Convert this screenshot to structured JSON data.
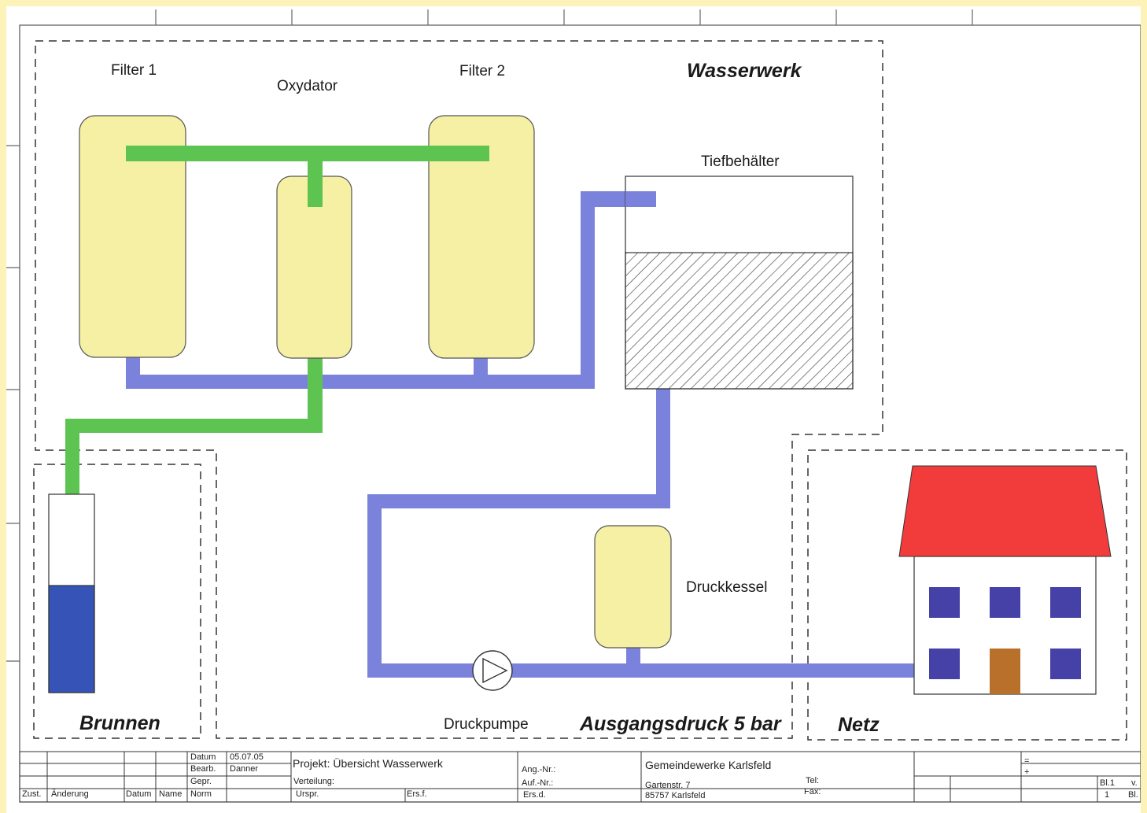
{
  "labels": {
    "filter1": "Filter 1",
    "oxydator": "Oxydator",
    "filter2": "Filter 2",
    "wasserwerk": "Wasserwerk",
    "tiefbehaelter": "Tiefbehälter",
    "druckkessel": "Druckkessel",
    "druckpumpe": "Druckpumpe",
    "ausgangsdruck": "Ausgangsdruck 5 bar",
    "brunnen": "Brunnen",
    "netz": "Netz"
  },
  "title_block": {
    "datum_label": "Datum",
    "datum_value": "05.07.05",
    "bearb_label": "Bearb.",
    "bearb_value": "Danner",
    "gepr_label": "Gepr.",
    "norm_label": "Norm",
    "zust": "Zust.",
    "aenderung": "Änderung",
    "datum_col": "Datum",
    "name_col": "Name",
    "projekt": "Projekt: Übersicht Wasserwerk",
    "verteilung": "Verteilung:",
    "urspr": "Urspr.",
    "ersf": "Ers.f.",
    "ang_nr": "Ang.-Nr.:",
    "auf_nr": "Auf.-Nr.:",
    "ers_d": "Ers.d.",
    "company": "Gemeindewerke Karlsfeld",
    "street": "Gartenstr. 7",
    "city": "85757 Karlsfeld",
    "tel": "Tel:",
    "fax": "Fax:",
    "eq": "=",
    "plus": "+",
    "bl1": "Bl.1",
    "v": "v.",
    "one": "1",
    "bl": "Bl."
  },
  "colors": {
    "background_border": "#fdf3b8",
    "tank_fill": "#f6f0a4",
    "green_pipe": "#5dc452",
    "blue_pipe": "#7b82db",
    "well_water": "#3653b8",
    "roof": "#f23c3c",
    "window": "#4641a6",
    "door": "#b8702a"
  }
}
